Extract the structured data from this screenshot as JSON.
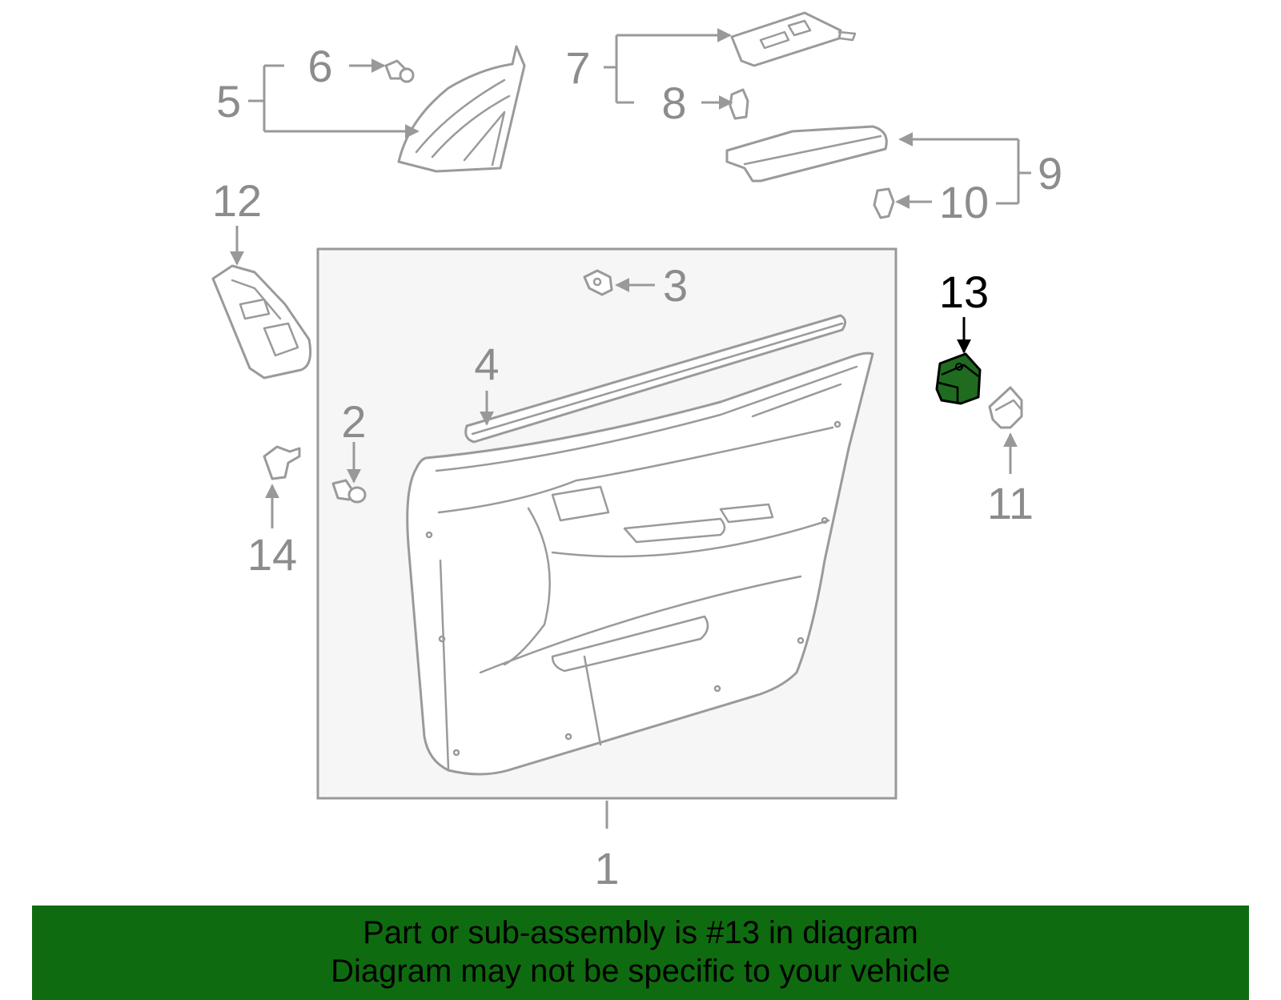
{
  "callouts": {
    "c1": "1",
    "c2": "2",
    "c3": "3",
    "c4": "4",
    "c5": "5",
    "c6": "6",
    "c7": "7",
    "c8": "8",
    "c9": "9",
    "c10": "10",
    "c11": "11",
    "c12": "12",
    "c13": "13",
    "c14": "14"
  },
  "highlight": {
    "part": "13",
    "color": "#1f6b1f"
  },
  "banner": {
    "line1": "Part or sub-assembly is #13 in diagram",
    "line2": "Diagram may not be specific to your vehicle",
    "color": "#0f6b0f"
  }
}
